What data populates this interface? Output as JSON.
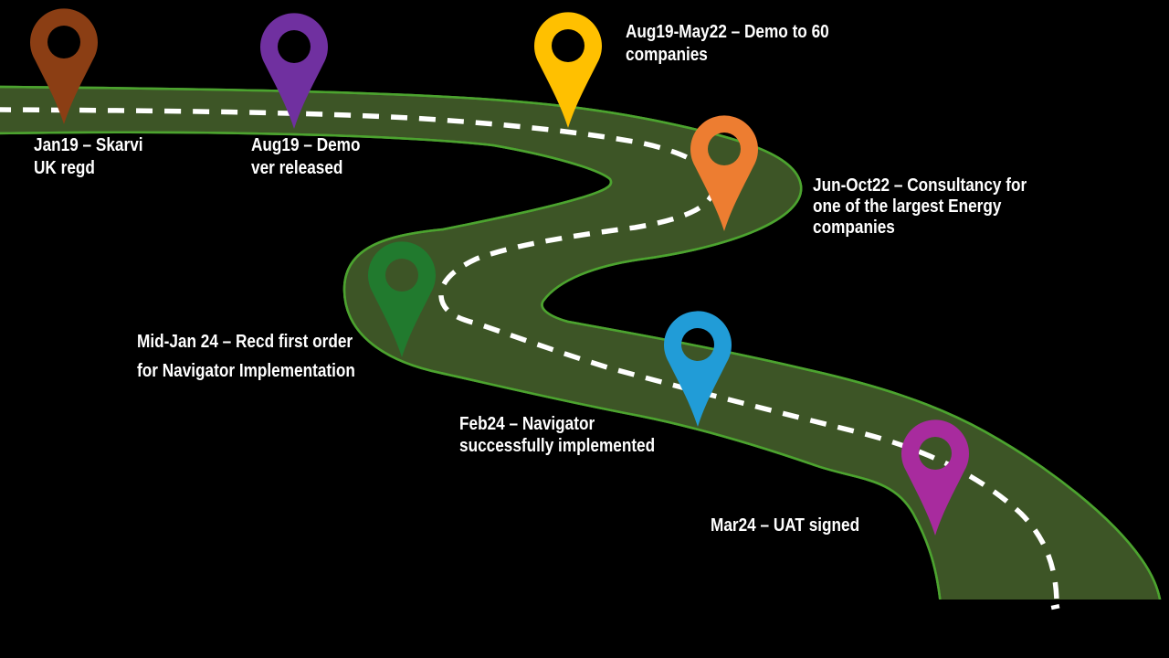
{
  "slide": {
    "background_color": "#000000",
    "road": {
      "fill_color": "#3D5526",
      "edge_color": "#4CA32F",
      "dash_color": "#FFFFFF"
    },
    "milestones": [
      {
        "id": "jan19",
        "pin_color": "#8B3E14",
        "lines": [
          "Jan19 – Skarvi",
          "UK regd"
        ]
      },
      {
        "id": "aug19",
        "pin_color": "#7030A0",
        "lines": [
          "Aug19 – Demo",
          "ver released"
        ]
      },
      {
        "id": "aug19may22",
        "pin_color": "#FFC000",
        "lines": [
          "Aug19-May22 – Demo to 60",
          "companies"
        ]
      },
      {
        "id": "junoct22",
        "pin_color": "#ED7D31",
        "lines": [
          "Jun-Oct22 – Consultancy for",
          "one of the largest Energy",
          "companies"
        ]
      },
      {
        "id": "midjan24",
        "pin_color": "#217A2E",
        "lines": [
          "Mid-Jan 24 – Recd first order",
          "for Navigator Implementation"
        ]
      },
      {
        "id": "feb24",
        "pin_color": "#219CD7",
        "lines": [
          "Feb24 – Navigator",
          "successfully implemented"
        ]
      },
      {
        "id": "mar24",
        "pin_color": "#A82B9E",
        "lines": [
          "Mar24 – UAT signed"
        ]
      }
    ]
  }
}
